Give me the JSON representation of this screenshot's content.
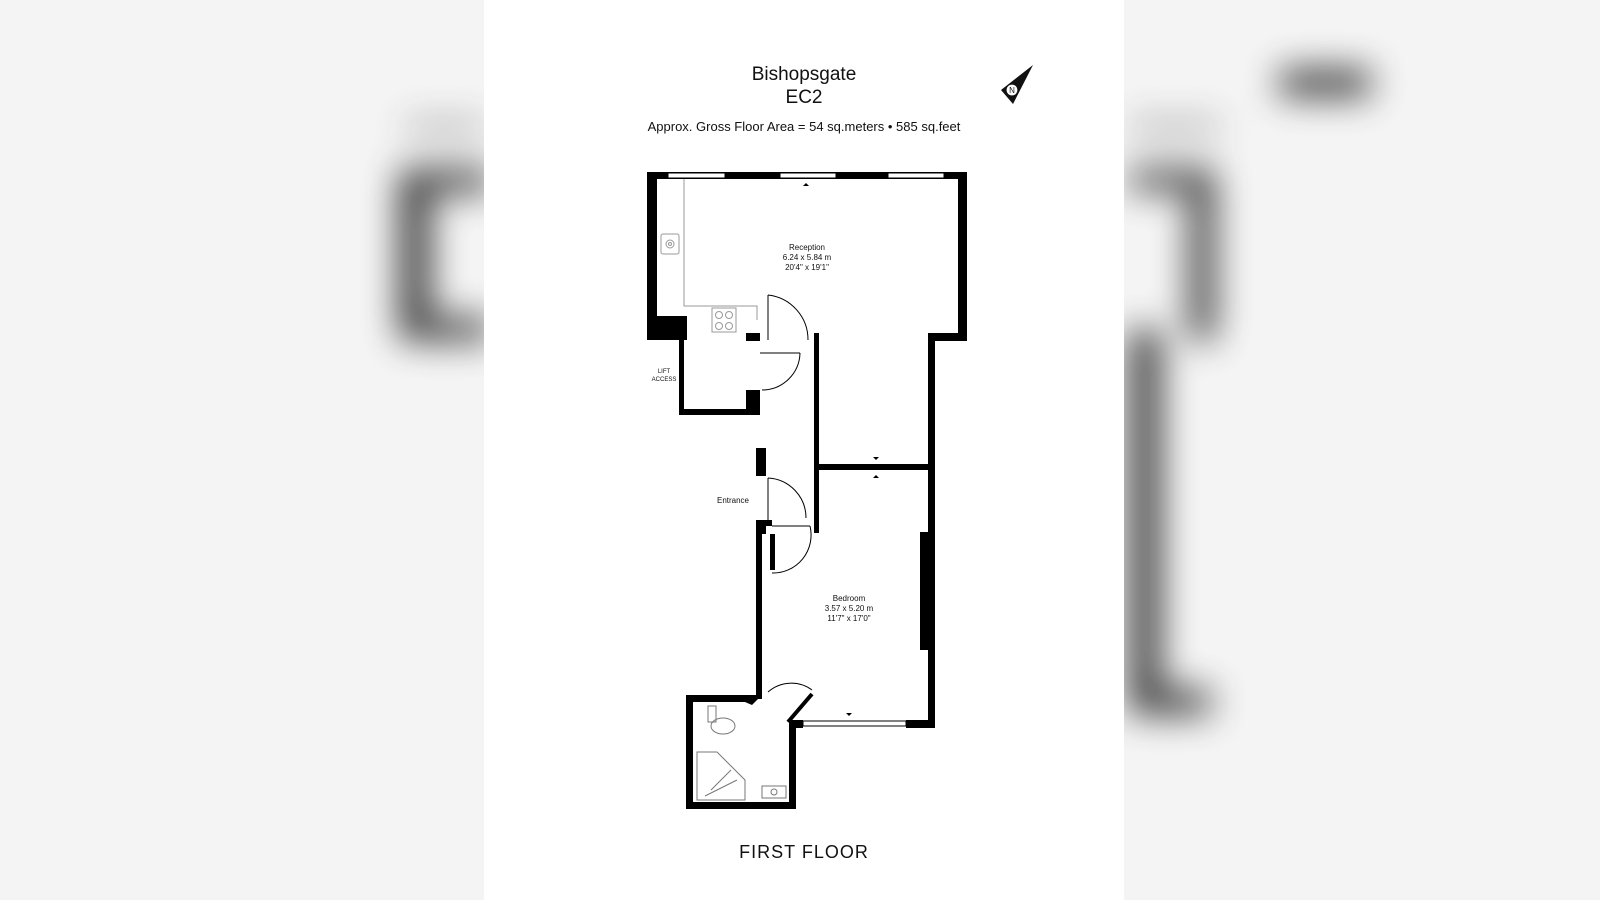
{
  "header": {
    "building": "Bishopsgate",
    "postcode": "EC2",
    "area_prefix": "Approx. Gross  Floor Area",
    "area_sqm": "= 54 sq.meters",
    "area_sqft": "• 585  sq.feet"
  },
  "rooms": {
    "reception": {
      "name": "Reception",
      "metric": "6.24 x 5.84 m",
      "imperial": "20'4\" x 19'1\""
    },
    "bedroom": {
      "name": "Bedroom",
      "metric": "3.57 x 5.20 m",
      "imperial": "11'7\" x 17'0\""
    },
    "entrance": {
      "name": "Entrance"
    },
    "lift": {
      "line1": "LIFT",
      "line2": "ACCESS"
    }
  },
  "compass_letter": "N",
  "floor": "FIRST  FLOOR"
}
